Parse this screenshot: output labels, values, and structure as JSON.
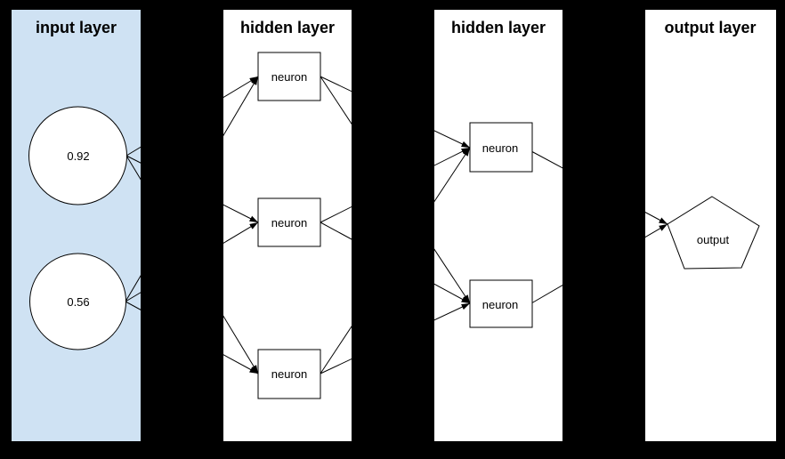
{
  "colors": {
    "background": "#000000",
    "input_panel_fill": "#cfe2f3",
    "panel_fill": "#ffffff",
    "node_fill": "#ffffff",
    "stroke": "#000000",
    "text": "#000000"
  },
  "layers": {
    "input": {
      "title": "input layer",
      "node_shape": "circle",
      "nodes": [
        {
          "id": "input-1",
          "label": "0.92"
        },
        {
          "id": "input-2",
          "label": "0.56"
        }
      ]
    },
    "hidden1": {
      "title": "hidden layer",
      "node_shape": "rectangle",
      "nodes": [
        {
          "id": "h1-1",
          "label": "neuron"
        },
        {
          "id": "h1-2",
          "label": "neuron"
        },
        {
          "id": "h1-3",
          "label": "neuron"
        }
      ]
    },
    "hidden2": {
      "title": "hidden layer",
      "node_shape": "rectangle",
      "nodes": [
        {
          "id": "h2-1",
          "label": "neuron"
        },
        {
          "id": "h2-2",
          "label": "neuron"
        }
      ]
    },
    "output": {
      "title": "output layer",
      "node_shape": "pentagon",
      "nodes": [
        {
          "id": "out-1",
          "label": "output"
        }
      ]
    }
  },
  "connections": [
    {
      "from": "input-1",
      "to": "h1-1"
    },
    {
      "from": "input-1",
      "to": "h1-2"
    },
    {
      "from": "input-1",
      "to": "h1-3"
    },
    {
      "from": "input-2",
      "to": "h1-1"
    },
    {
      "from": "input-2",
      "to": "h1-2"
    },
    {
      "from": "input-2",
      "to": "h1-3"
    },
    {
      "from": "h1-1",
      "to": "h2-1"
    },
    {
      "from": "h1-1",
      "to": "h2-2"
    },
    {
      "from": "h1-2",
      "to": "h2-1"
    },
    {
      "from": "h1-2",
      "to": "h2-2"
    },
    {
      "from": "h1-3",
      "to": "h2-1"
    },
    {
      "from": "h1-3",
      "to": "h2-2"
    },
    {
      "from": "h2-1",
      "to": "out-1"
    },
    {
      "from": "h2-2",
      "to": "out-1"
    }
  ]
}
